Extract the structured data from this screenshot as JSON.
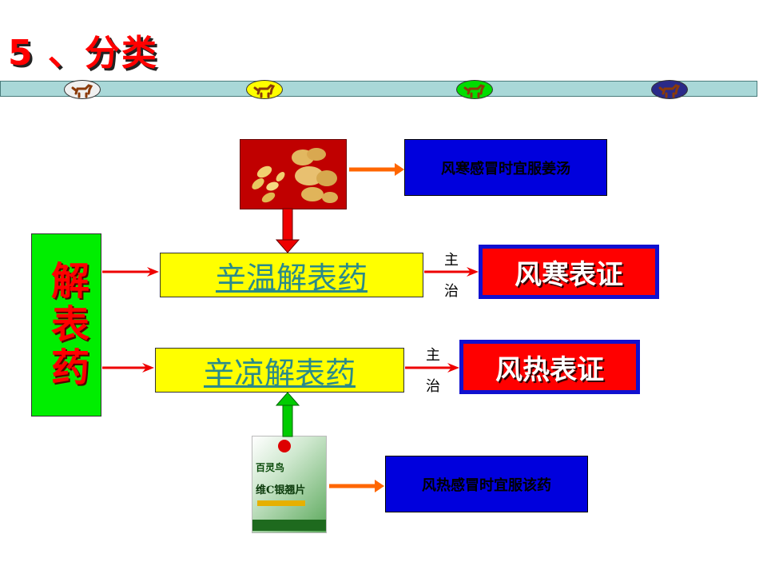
{
  "title": "5 、分类",
  "top_bar": {
    "icons": [
      "horse-icon",
      "horse-icon",
      "horse-icon",
      "horse-icon"
    ],
    "oval_colors": [
      "#f0f0f0",
      "#ffff00",
      "#00dd00",
      "#2a2a88"
    ]
  },
  "herb_top": {
    "note": "风寒感冒时宜服姜汤"
  },
  "herb_bottom": {
    "note": "风热感冒时宜服该药",
    "package_brand": "百灵鸟",
    "package_name": "维C银翘片"
  },
  "category": "解表药",
  "warm": {
    "label": "辛温解表药",
    "treats_1": "主",
    "treats_2": "治",
    "result": "风寒表证"
  },
  "cool": {
    "label": "辛凉解表药",
    "treats_1": "主",
    "treats_2": "治",
    "result": "风热表证"
  },
  "colors": {
    "title": "#ff0000",
    "category_box": "#00ee00",
    "class_box": "#ffff00",
    "result_box": "#ff0000",
    "note_box": "#0000dd",
    "arrow_red": "#ee0000",
    "arrow_orange": "#ff6600",
    "arrow_green": "#00cc00"
  }
}
